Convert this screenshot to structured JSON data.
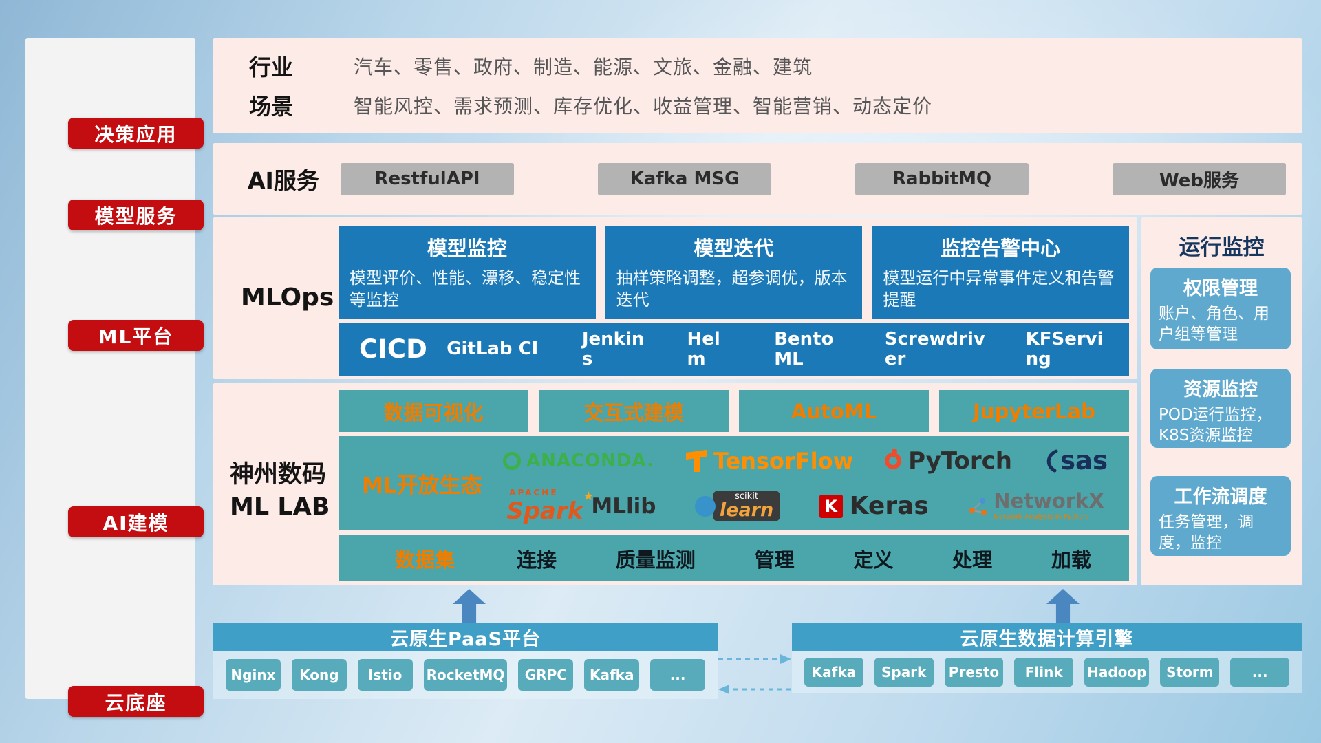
{
  "sidebar": {
    "items": [
      {
        "label": "决策应用"
      },
      {
        "label": "模型服务"
      },
      {
        "label": "ML平台"
      },
      {
        "label": "AI建模"
      },
      {
        "label": "云底座"
      }
    ]
  },
  "business": {
    "industry_label": "行业",
    "industry_text": "汽车、零售、政府、制造、能源、文旅、金融、建筑",
    "scenario_label": "场景",
    "scenario_text": "智能风控、需求预测、库存优化、收益管理、智能营销、动态定价"
  },
  "ai_service": {
    "label": "AI服务",
    "items": [
      "RestfulAPI",
      "Kafka MSG",
      "RabbitMQ",
      "Web服务"
    ]
  },
  "mlops": {
    "label": "MLOps",
    "cards": [
      {
        "title": "模型监控",
        "desc": "模型评价、性能、漂移、稳定性等监控"
      },
      {
        "title": "模型迭代",
        "desc": "抽样策略调整，超参调优，版本迭代"
      },
      {
        "title": "监控告警中心",
        "desc": "模型运行中异常事件定义和告警提醒"
      }
    ],
    "cicd_label": "CICD",
    "cicd_items": [
      "GitLab CI",
      "Jenkins",
      "Helm",
      "BentoML",
      "Screwdriver",
      "KFServing"
    ]
  },
  "monitoring": {
    "title": "运行监控",
    "cards": [
      {
        "title": "权限管理",
        "desc": "账户、角色、用户组等管理"
      },
      {
        "title": "资源监控",
        "desc": "POD运行监控，K8S资源监控"
      },
      {
        "title": "工作流调度",
        "desc": "任务管理，调度，监控"
      }
    ]
  },
  "mllab": {
    "label_line1": "神州数码",
    "label_line2": "ML LAB",
    "tools": [
      "数据可视化",
      "交互式建模",
      "AutoML",
      "JupyterLab"
    ],
    "ecosystem_label": "ML开放生态",
    "logos": {
      "anaconda": "ANACONDA.",
      "tensorflow": "TensorFlow",
      "pytorch": "PyTorch",
      "sas": "sas",
      "spark_apache": "APACHE",
      "spark": "Spark",
      "spark_star": "★",
      "mllib": "MLlib",
      "sklearn_top": "scikit",
      "sklearn": "learn",
      "keras_k": "K",
      "keras": "Keras",
      "networkx": "NetworkX",
      "networkx_sub": "Network Analysis in Python"
    },
    "dataset_label": "数据集",
    "dataset_items": [
      "连接",
      "质量监测",
      "管理",
      "定义",
      "处理",
      "加载"
    ]
  },
  "cloud": {
    "paas_title": "云原生PaaS平台",
    "paas_items": [
      "Nginx",
      "Kong",
      "Istio",
      "RocketMQ",
      "GRPC",
      "Kafka",
      "..."
    ],
    "engine_title": "云原生数据计算引擎",
    "engine_items": [
      "Kafka",
      "Spark",
      "Presto",
      "Flink",
      "Hadoop",
      "Storm",
      "..."
    ]
  },
  "colors": {
    "accent_red": "#c40d10",
    "panel_pink": "#fcebe7",
    "block_blue": "#1b79b8",
    "block_teal": "#4aa6ab",
    "card_blue": "#5fa9cf",
    "bar_blue": "#3f9fc6",
    "chip_teal": "#58abbb",
    "accent_orange": "#ef7d00"
  }
}
